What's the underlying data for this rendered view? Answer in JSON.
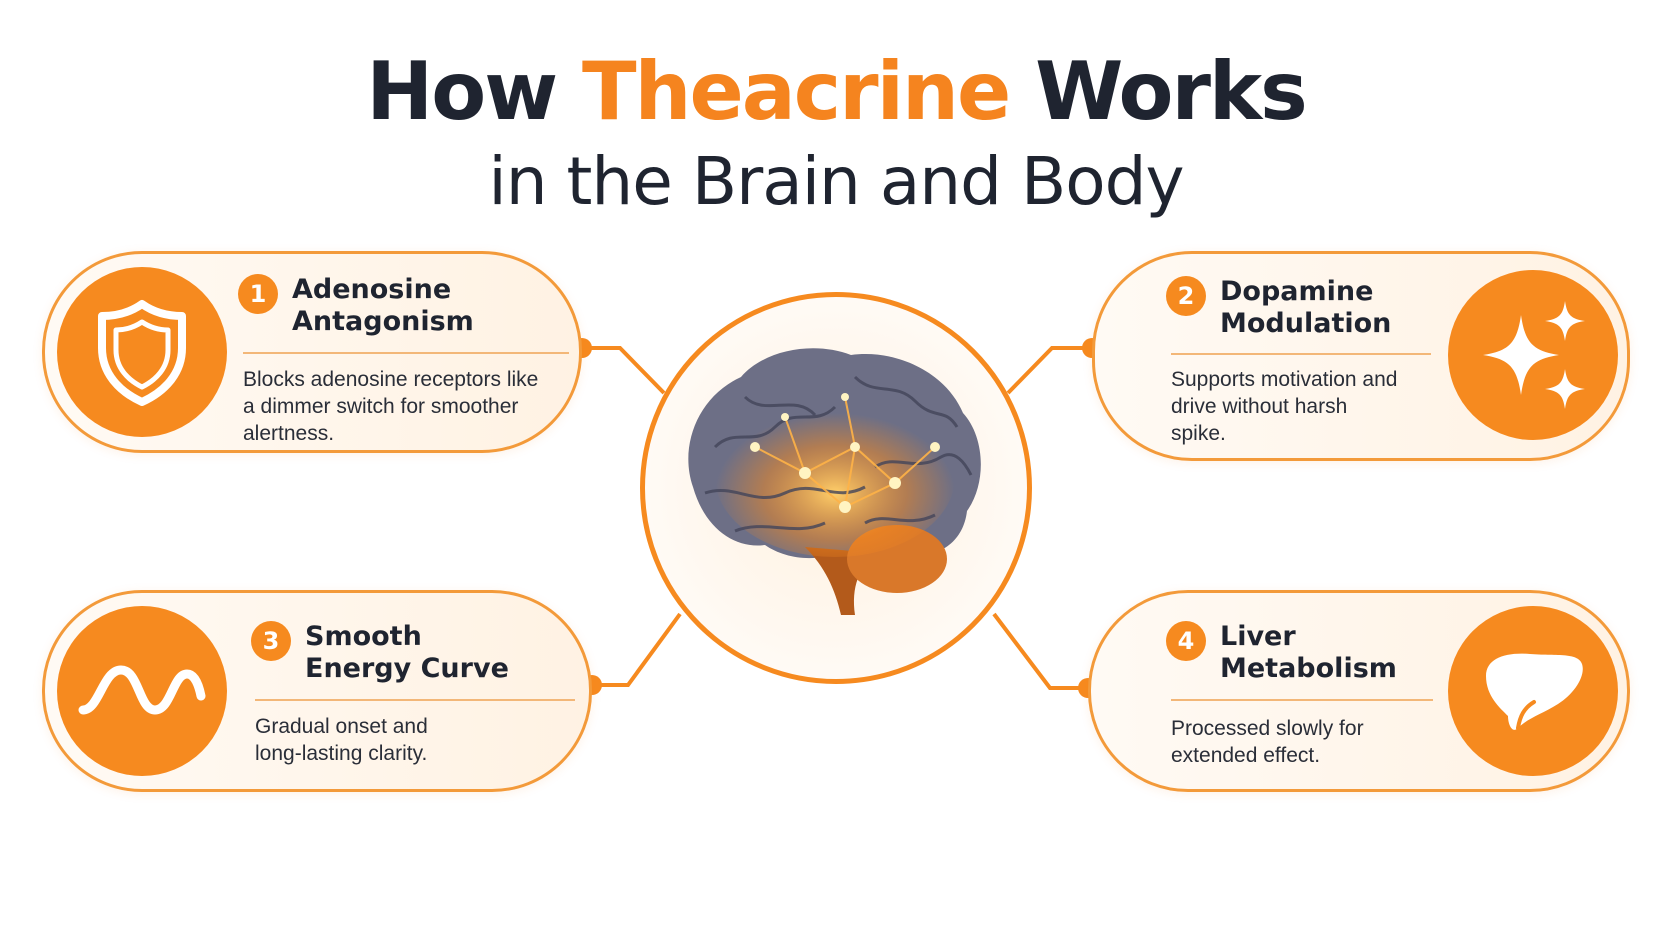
{
  "header": {
    "title_prefix": "How ",
    "title_accent": "Theacrine",
    "title_suffix": " Works",
    "subtitle": "in the Brain and Body"
  },
  "colors": {
    "accent": "#f68a1f",
    "dark": "#1f2430",
    "card_border": "#f39a3a"
  },
  "cards": [
    {
      "number": "1",
      "title": "Adenosine Antagonism",
      "description": "Blocks adenosine receptors like a dimmer switch for smoother alertness.",
      "icon": "shield-icon"
    },
    {
      "number": "2",
      "title": "Dopamine Modulation",
      "description": "Supports motivation and drive without harsh spike.",
      "icon": "sparkle-icon"
    },
    {
      "number": "3",
      "title": "Smooth Energy Curve",
      "description": "Gradual onset and long-lasting clarity.",
      "icon": "wave-icon"
    },
    {
      "number": "4",
      "title": "Liver Metabolism",
      "description": "Processed slowly for extended effect.",
      "icon": "liver-icon"
    }
  ],
  "center": {
    "icon": "brain-icon"
  }
}
